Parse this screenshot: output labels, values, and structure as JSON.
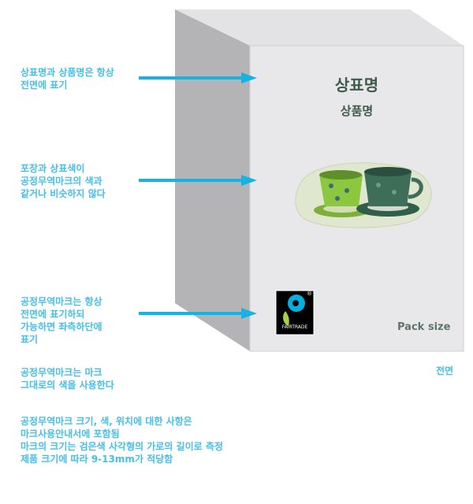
{
  "notes": {
    "brand_name": "상표명과 상품명은 항상\n전면에 표기",
    "colors": "포장과 상표색이\n공정무역마크의 색과\n같거나 비슷하지 않다",
    "mark_position": "공정무역마크는 항상\n전면에 표기하되\n가능하면 좌측하단에\n표기",
    "mark_color": "공정무역마크는 마크\n그대로의 색을 사용한다",
    "mark_size": "공정무역마크 크기, 색, 위치에 대한 사항은\n마크사용안내서에 포함됨\n마크의 크기는 검은색 사각형의 가로의 길이로 측정\n제품 크기에 따라 9-13mm가 적당함"
  },
  "package": {
    "brand": "상표명",
    "product": "상품명",
    "pack_size": "Pack size",
    "logo_text": "FAIRTRADE",
    "logo_mark": "®",
    "front_label": "전면"
  },
  "colors": {
    "accent": "#16b2e6",
    "text": "#45bfe9",
    "brand": "#3d5a4a"
  }
}
